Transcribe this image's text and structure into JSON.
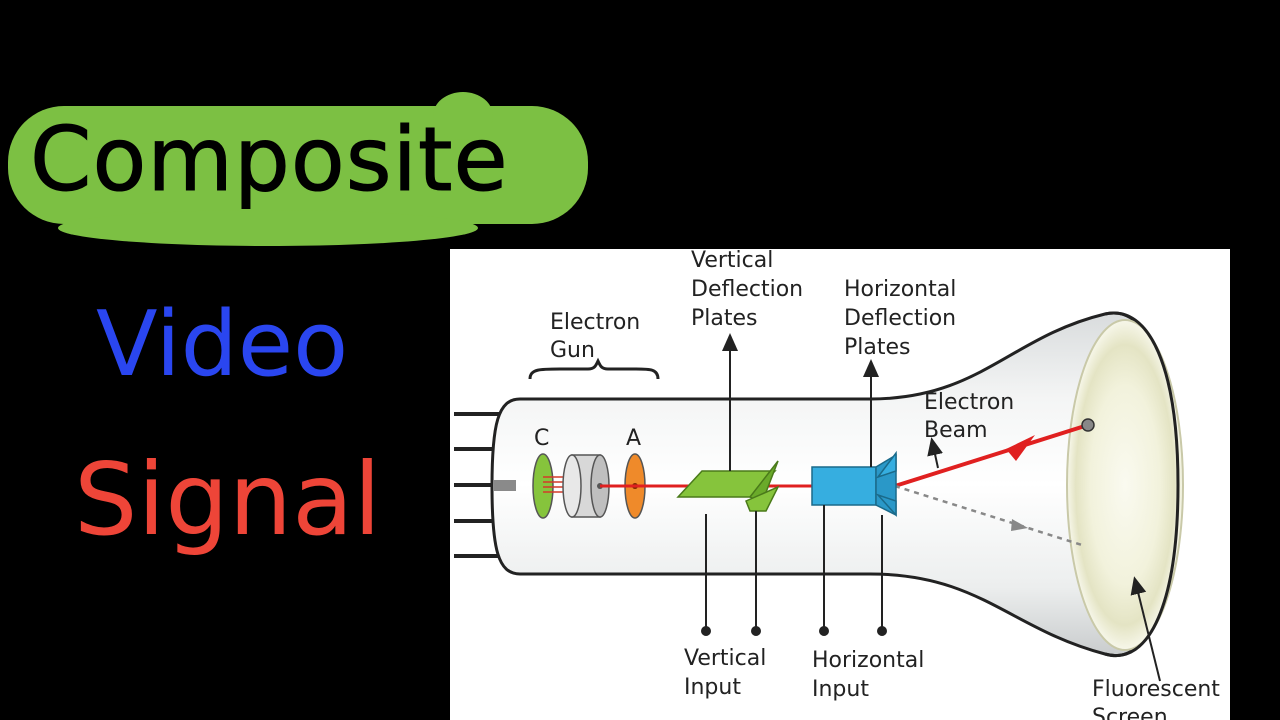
{
  "title": {
    "line1": "Composite",
    "line2": "Video",
    "line3": "Signal"
  },
  "colors": {
    "background": "#000000",
    "badge_green": "#7cc043",
    "video_blue": "#2a46f0",
    "signal_red": "#ee4538",
    "beam_red": "#e02020",
    "plate_green": "#86c43c",
    "plate_blue": "#36aee0"
  },
  "diagram": {
    "electron_gun_1": "Electron",
    "electron_gun_2": "Gun",
    "cathode": "C",
    "anode": "A",
    "vdp_1": "Vertical",
    "vdp_2": "Deflection",
    "vdp_3": "Plates",
    "hdp_1": "Horizontal",
    "hdp_2": "Deflection",
    "hdp_3": "Plates",
    "beam_1": "Electron",
    "beam_2": "Beam",
    "vin_1": "Vertical",
    "vin_2": "Input",
    "hin_1": "Horizontal",
    "hin_2": "Input",
    "screen_1": "Fluorescent",
    "screen_2": "Screen"
  }
}
